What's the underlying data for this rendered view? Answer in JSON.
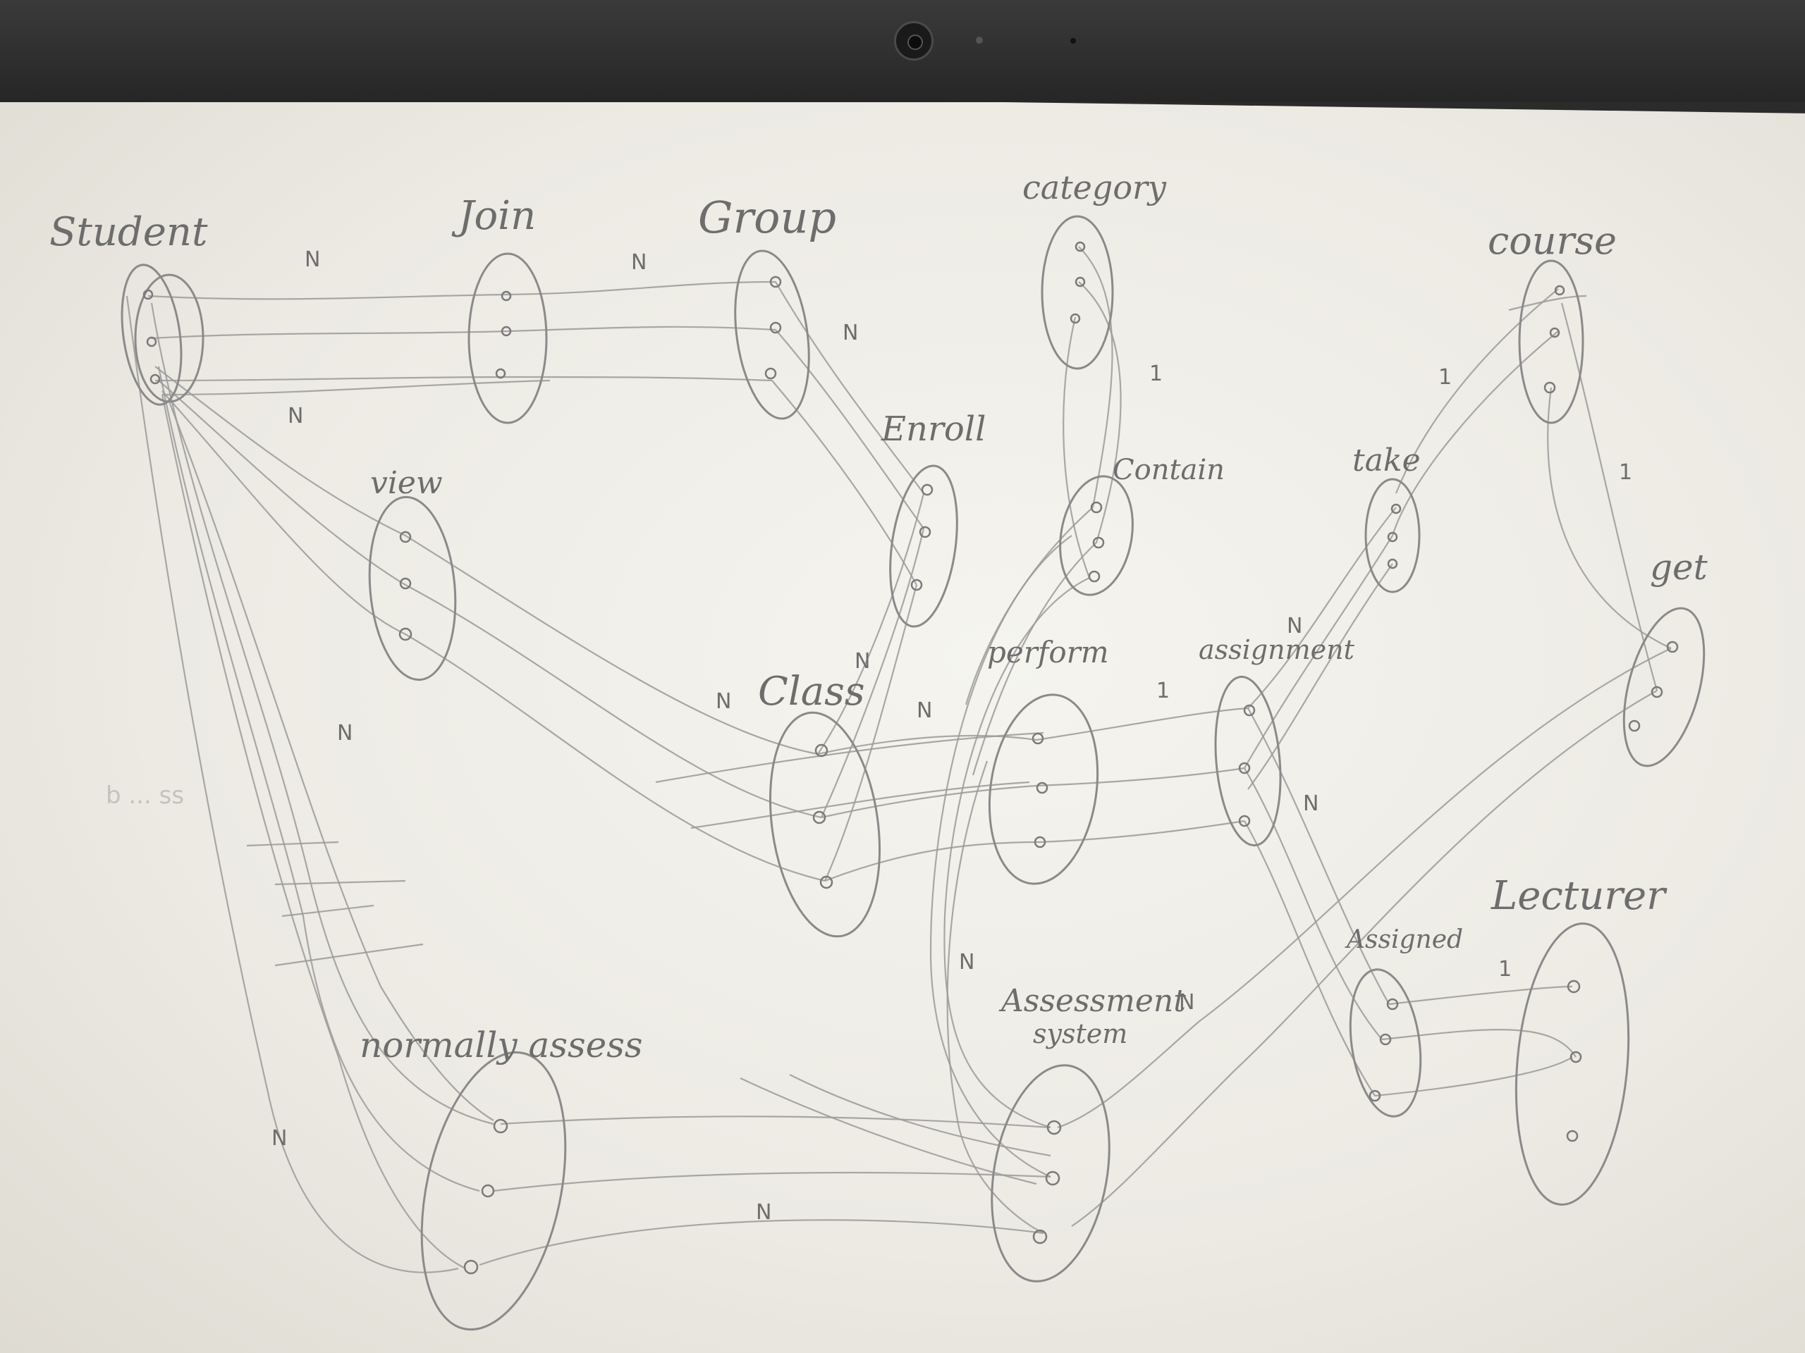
{
  "entities": {
    "student": "Student",
    "join": "Join",
    "group": "Group",
    "category": "category",
    "course": "course",
    "enroll": "Enroll",
    "contain": "Contain",
    "take": "take",
    "view": "view",
    "class": "Class",
    "perform": "perform",
    "assignment": "assignment",
    "get": "get",
    "lecturer": "Lecturer",
    "assigned": "Assigned",
    "assessment_system_line1": "Assessment",
    "assessment_system_line2": "system",
    "normally_assess": "normally assess"
  },
  "cardinalities": {
    "student_join": "N",
    "join_group": "N",
    "student_view": "N",
    "group_enroll": "N",
    "category_contain": "1",
    "course_take": "1",
    "course_get": "1",
    "assignment_take": "N",
    "class_left": "N",
    "class_right": "N",
    "perform_left": "N",
    "perform_right": "1",
    "assignment_assigned": "N",
    "student_normally_assess": "N",
    "assessment_left": "N",
    "assessment_right": "N",
    "lecturer_assigned": "1",
    "bottom_left": "N",
    "normally_assess_assessment": "N"
  },
  "faint_text": "b ... ss",
  "colors": {
    "pencil": "#7a7a7a",
    "paper": "#f0efe9",
    "bezel": "#2b2b2b"
  }
}
